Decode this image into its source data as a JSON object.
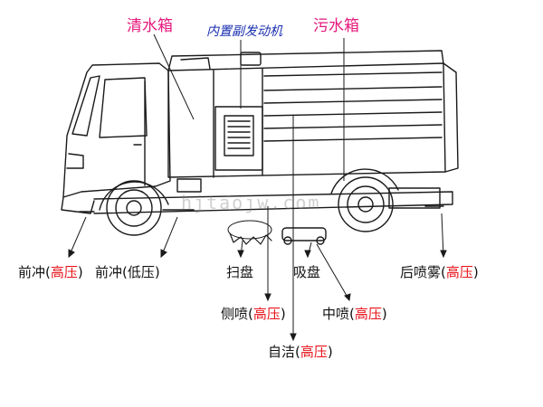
{
  "labels": {
    "clean_tank": "清水箱",
    "aux_engine": "内置副发动机",
    "sewage_tank": "污水箱",
    "front_spray_high_prefix": "前冲(",
    "front_spray_high_hl": "高压",
    "front_spray_high_suffix": ")",
    "front_spray_low": "前冲(低压)",
    "sweep_disc": "扫盘",
    "suction_disc": "吸盘",
    "side_spray_prefix": "侧喷(",
    "side_spray_hl": "高压",
    "side_spray_suffix": ")",
    "mid_spray_prefix": "中喷(",
    "mid_spray_hl": "高压",
    "mid_spray_suffix": ")",
    "rear_mist_prefix": "后喷雾(",
    "rear_mist_hl": "高压",
    "rear_mist_suffix": ")",
    "self_clean_prefix": "自洁(",
    "self_clean_hl": "高压",
    "self_clean_suffix": ")"
  },
  "watermark": "hjtaojw.com",
  "colors": {
    "pink_label": "#e6197d",
    "blue_label": "#1a2fb0",
    "highlight_red": "#e8141c",
    "line": "#1a1a1a"
  }
}
